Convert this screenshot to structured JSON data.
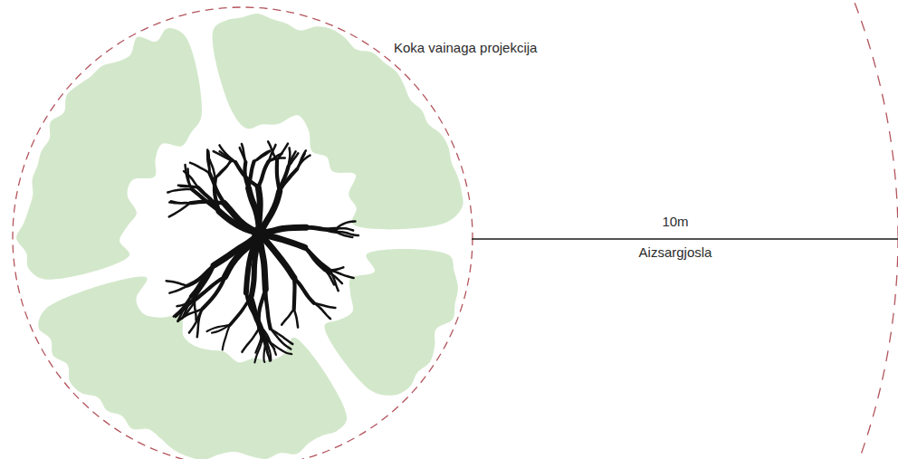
{
  "diagram": {
    "labels": [
      "Koka vainaga projekcija",
      "10m",
      "Aizsargjosla"
    ]
  }
}
